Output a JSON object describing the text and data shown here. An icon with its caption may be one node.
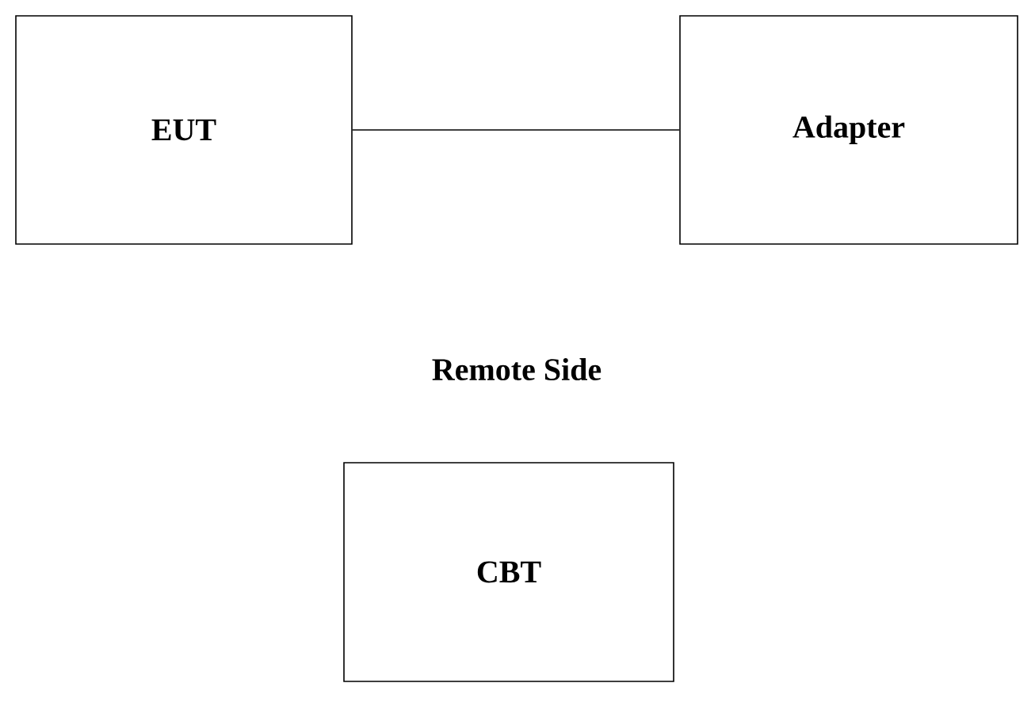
{
  "diagram": {
    "nodes": [
      {
        "text": [
          "EUT"
        ]
      },
      {
        "text": [
          "Adapter"
        ]
      },
      {
        "text": [
          "CBT"
        ]
      }
    ],
    "edges": [
      {
        "from": 0,
        "to": 1,
        "arrow": "none"
      }
    ],
    "labels": [
      "Remote Side"
    ]
  }
}
